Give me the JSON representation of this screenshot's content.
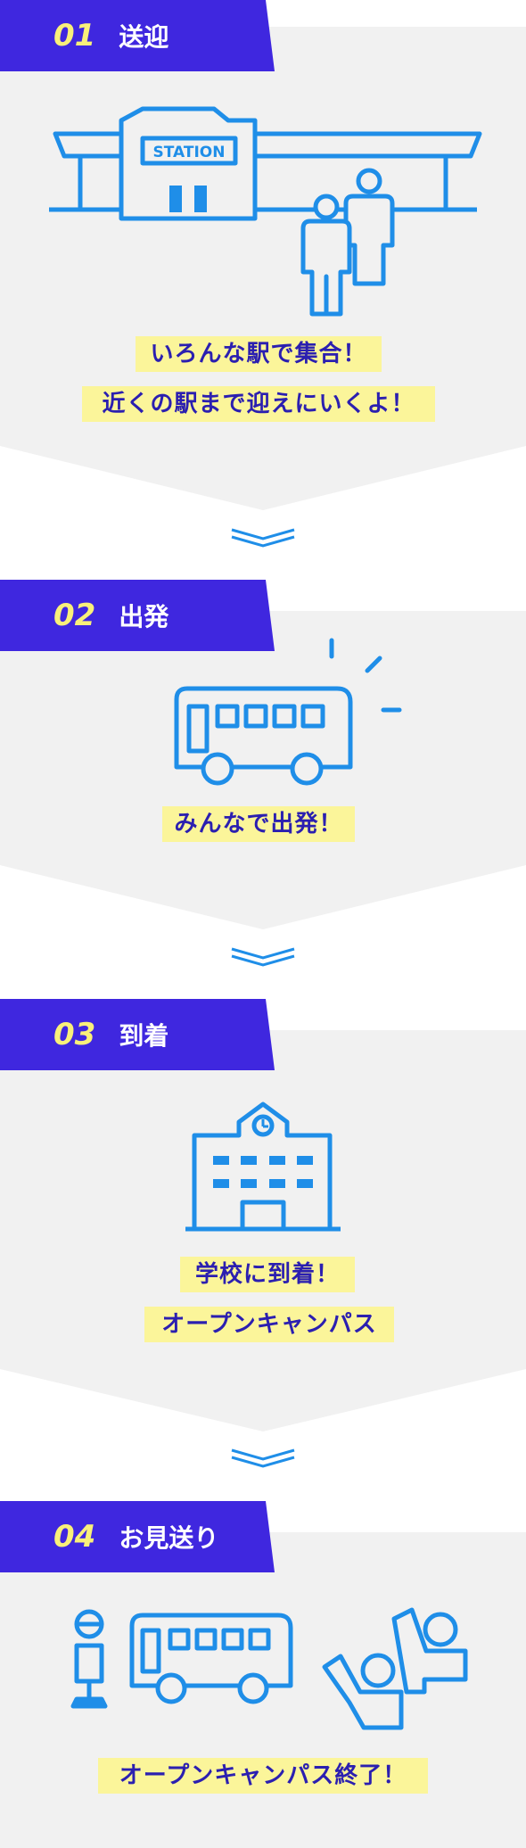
{
  "steps": [
    {
      "num": "01",
      "title": "送迎",
      "lines": [
        "いろんな駅で集合！",
        "近くの駅まで迎えにいくよ！"
      ],
      "sign": "STATION"
    },
    {
      "num": "02",
      "title": "出発",
      "lines": [
        "みんなで出発！"
      ]
    },
    {
      "num": "03",
      "title": "到着",
      "lines": [
        "学校に到着！",
        "オープンキャンパス"
      ]
    },
    {
      "num": "04",
      "title": "お見送り",
      "lines": [
        "オープンキャンパス終了！"
      ]
    }
  ],
  "colors": {
    "accent": "#3f27df",
    "number": "#f9f07a",
    "highlight": "#fbf59a",
    "icon": "#1f8ee8",
    "panel": "#f1f1f1"
  }
}
